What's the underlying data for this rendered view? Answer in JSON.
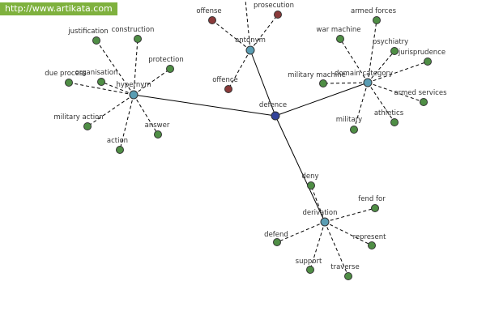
{
  "watermark": "http://www.artikata.com",
  "colors": {
    "root": "#34449a",
    "category": "#5a9db3",
    "term": "#4f8e45",
    "antonym_term": "#8a3a3a"
  },
  "graph": {
    "root": {
      "id": "defence",
      "label": "defence"
    },
    "categories": [
      {
        "id": "hypernym",
        "label": "hypernym",
        "terms": [
          "justification",
          "construction",
          "protection",
          "organisation",
          "due process",
          "military action",
          "action",
          "answer"
        ]
      },
      {
        "id": "antonym",
        "label": "antonym",
        "terms": [
          "offense",
          "prosecution",
          "offence"
        ]
      },
      {
        "id": "domain-category",
        "label": "domain category",
        "terms": [
          "armed forces",
          "war machine",
          "psychiatry",
          "jurisprudence",
          "military machine",
          "armed services",
          "athletics",
          "military"
        ]
      },
      {
        "id": "derivation",
        "label": "derivation",
        "terms": [
          "deny",
          "fend for",
          "defend",
          "represent",
          "support",
          "traverse"
        ]
      }
    ]
  }
}
